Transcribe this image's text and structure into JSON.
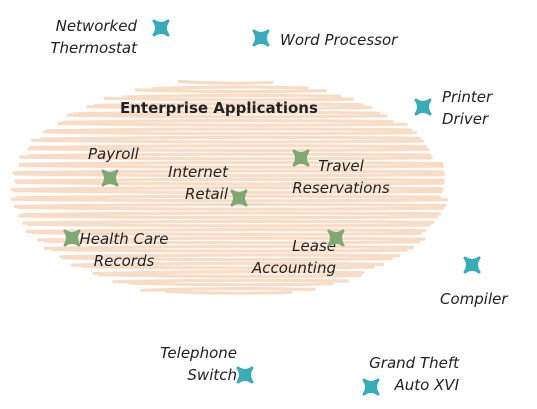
{
  "diagram": {
    "group": {
      "title": "Enterprise Applications",
      "fill_color": "#f8dcc6"
    },
    "colors": {
      "inside_marker": "#7fa872",
      "outside_marker": "#3aabb8"
    },
    "icons": {
      "marker": "x-marker-icon"
    },
    "items": {
      "networked_thermostat": {
        "line1": "Networked",
        "line2": "Thermostat",
        "inside": false
      },
      "word_processor": {
        "line1": "Word Processor",
        "inside": false
      },
      "printer_driver": {
        "line1": "Printer",
        "line2": "Driver",
        "inside": false
      },
      "compiler": {
        "line1": "Compiler",
        "inside": false
      },
      "telephone_switch": {
        "line1": "Telephone",
        "line2": "Switch",
        "inside": false
      },
      "grand_theft_auto": {
        "line1": "Grand Theft",
        "line2": "Auto XVI",
        "inside": false
      },
      "payroll": {
        "line1": "Payroll",
        "inside": true
      },
      "internet_retail": {
        "line1": "Internet",
        "line2": "Retail",
        "inside": true
      },
      "travel_reservations": {
        "line1": "Travel",
        "line2": "Reservations",
        "inside": true
      },
      "health_care_records": {
        "line1": "Health Care",
        "line2": "Records",
        "inside": true
      },
      "lease_accounting": {
        "line1": "Lease",
        "line2": "Accounting",
        "inside": true
      }
    }
  }
}
